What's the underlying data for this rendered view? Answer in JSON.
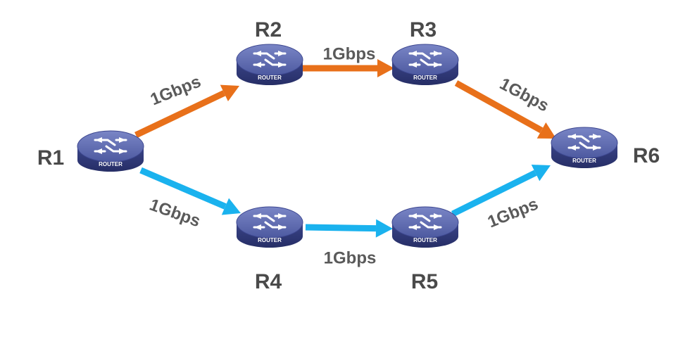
{
  "colors": {
    "path_top": "#e8701a",
    "path_bottom": "#1ab2ee",
    "router_top": "#5b68ad",
    "router_side": "#2f3877",
    "label_text": "#4a4a4a"
  },
  "routers": [
    {
      "id": "R1",
      "label": "R1",
      "device_text": "ROUTER",
      "icon": "router-icon"
    },
    {
      "id": "R2",
      "label": "R2",
      "device_text": "ROUTER",
      "icon": "router-icon"
    },
    {
      "id": "R3",
      "label": "R3",
      "device_text": "ROUTER",
      "icon": "router-icon"
    },
    {
      "id": "R4",
      "label": "R4",
      "device_text": "ROUTER",
      "icon": "router-icon"
    },
    {
      "id": "R5",
      "label": "R5",
      "device_text": "ROUTER",
      "icon": "router-icon"
    },
    {
      "id": "R6",
      "label": "R6",
      "device_text": "ROUTER",
      "icon": "router-icon"
    }
  ],
  "links": [
    {
      "from": "R1",
      "to": "R2",
      "bandwidth": "1Gbps",
      "path": "top"
    },
    {
      "from": "R2",
      "to": "R3",
      "bandwidth": "1Gbps",
      "path": "top"
    },
    {
      "from": "R3",
      "to": "R6",
      "bandwidth": "1Gbps",
      "path": "top"
    },
    {
      "from": "R1",
      "to": "R4",
      "bandwidth": "1Gbps",
      "path": "bottom"
    },
    {
      "from": "R4",
      "to": "R5",
      "bandwidth": "1Gbps",
      "path": "bottom"
    },
    {
      "from": "R5",
      "to": "R6",
      "bandwidth": "1Gbps",
      "path": "bottom"
    }
  ]
}
